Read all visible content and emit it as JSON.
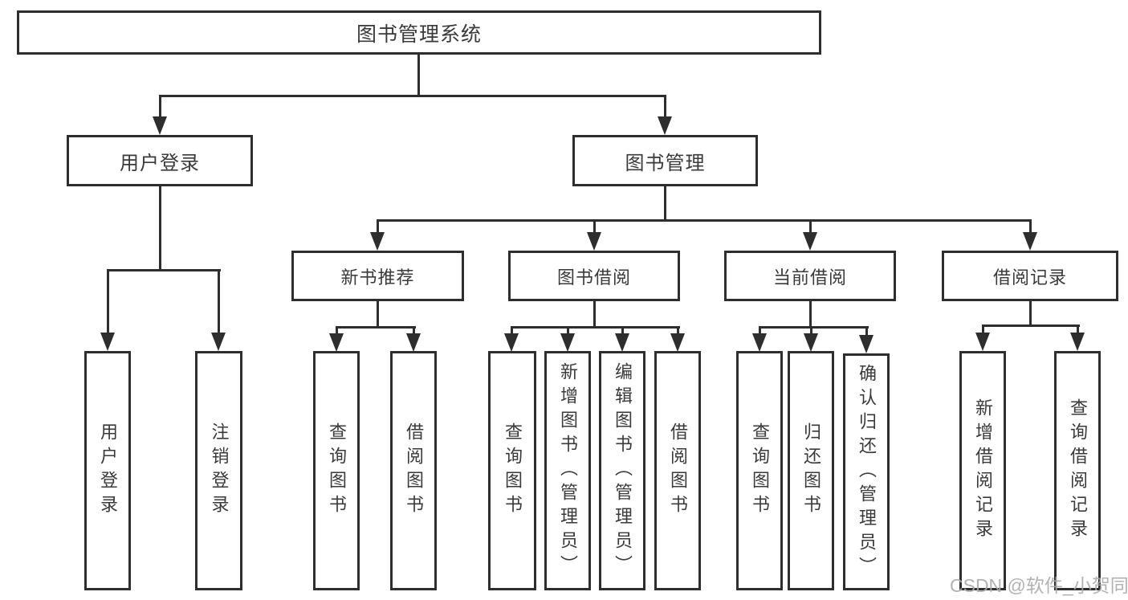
{
  "diagram": {
    "title": "图书管理系统",
    "root": {
      "label": "图书管理系统"
    },
    "level2": [
      {
        "label": "用户登录"
      },
      {
        "label": "图书管理"
      }
    ],
    "level3": [
      {
        "label": "新书推荐"
      },
      {
        "label": "图书借阅"
      },
      {
        "label": "当前借阅"
      },
      {
        "label": "借阅记录"
      }
    ],
    "leaves": {
      "user_login": [
        "用户登录",
        "注销登录"
      ],
      "new_book": [
        "查询图书",
        "借阅图书"
      ],
      "book_borrow": [
        "查询图书",
        "新增图书（管理员）",
        "编辑图书（管理员）",
        "借阅图书"
      ],
      "current_borrow": [
        "查询图书",
        "归还图书",
        "确认归还（管理员）"
      ],
      "borrow_records": [
        "新增借阅记录",
        "查询借阅记录"
      ]
    }
  },
  "watermark": {
    "text": "CSDN @软件_小贺同学"
  },
  "colors": {
    "line": "#2e2e2e",
    "text": "#3a3a3a",
    "background": "#ffffff",
    "watermark": "#aaaaaa"
  }
}
